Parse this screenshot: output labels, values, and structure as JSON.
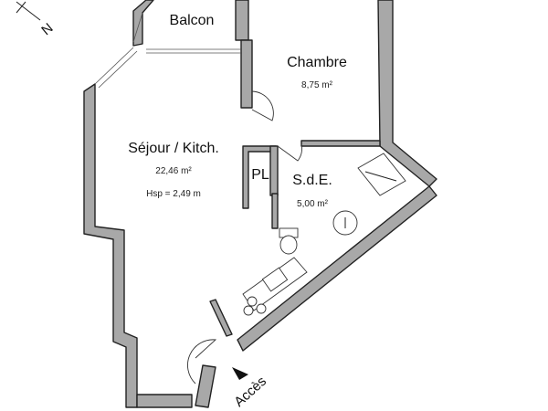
{
  "plan": {
    "rooms": [
      {
        "id": "balcon",
        "name": "Balcon",
        "area": ""
      },
      {
        "id": "chambre",
        "name": "Chambre",
        "area": "8,75 m²"
      },
      {
        "id": "sejour",
        "name": "Séjour / Kitch.",
        "area": "22,46 m²",
        "height": "Hsp = 2,49 m"
      },
      {
        "id": "pl",
        "name": "PL",
        "area": ""
      },
      {
        "id": "sde",
        "name": "S.d.E.",
        "area": "5,00 m²"
      }
    ],
    "entrance_label": "Accès",
    "compass_letter": "N",
    "colors": {
      "wall": "#a8a8a8",
      "line": "#222222"
    }
  }
}
